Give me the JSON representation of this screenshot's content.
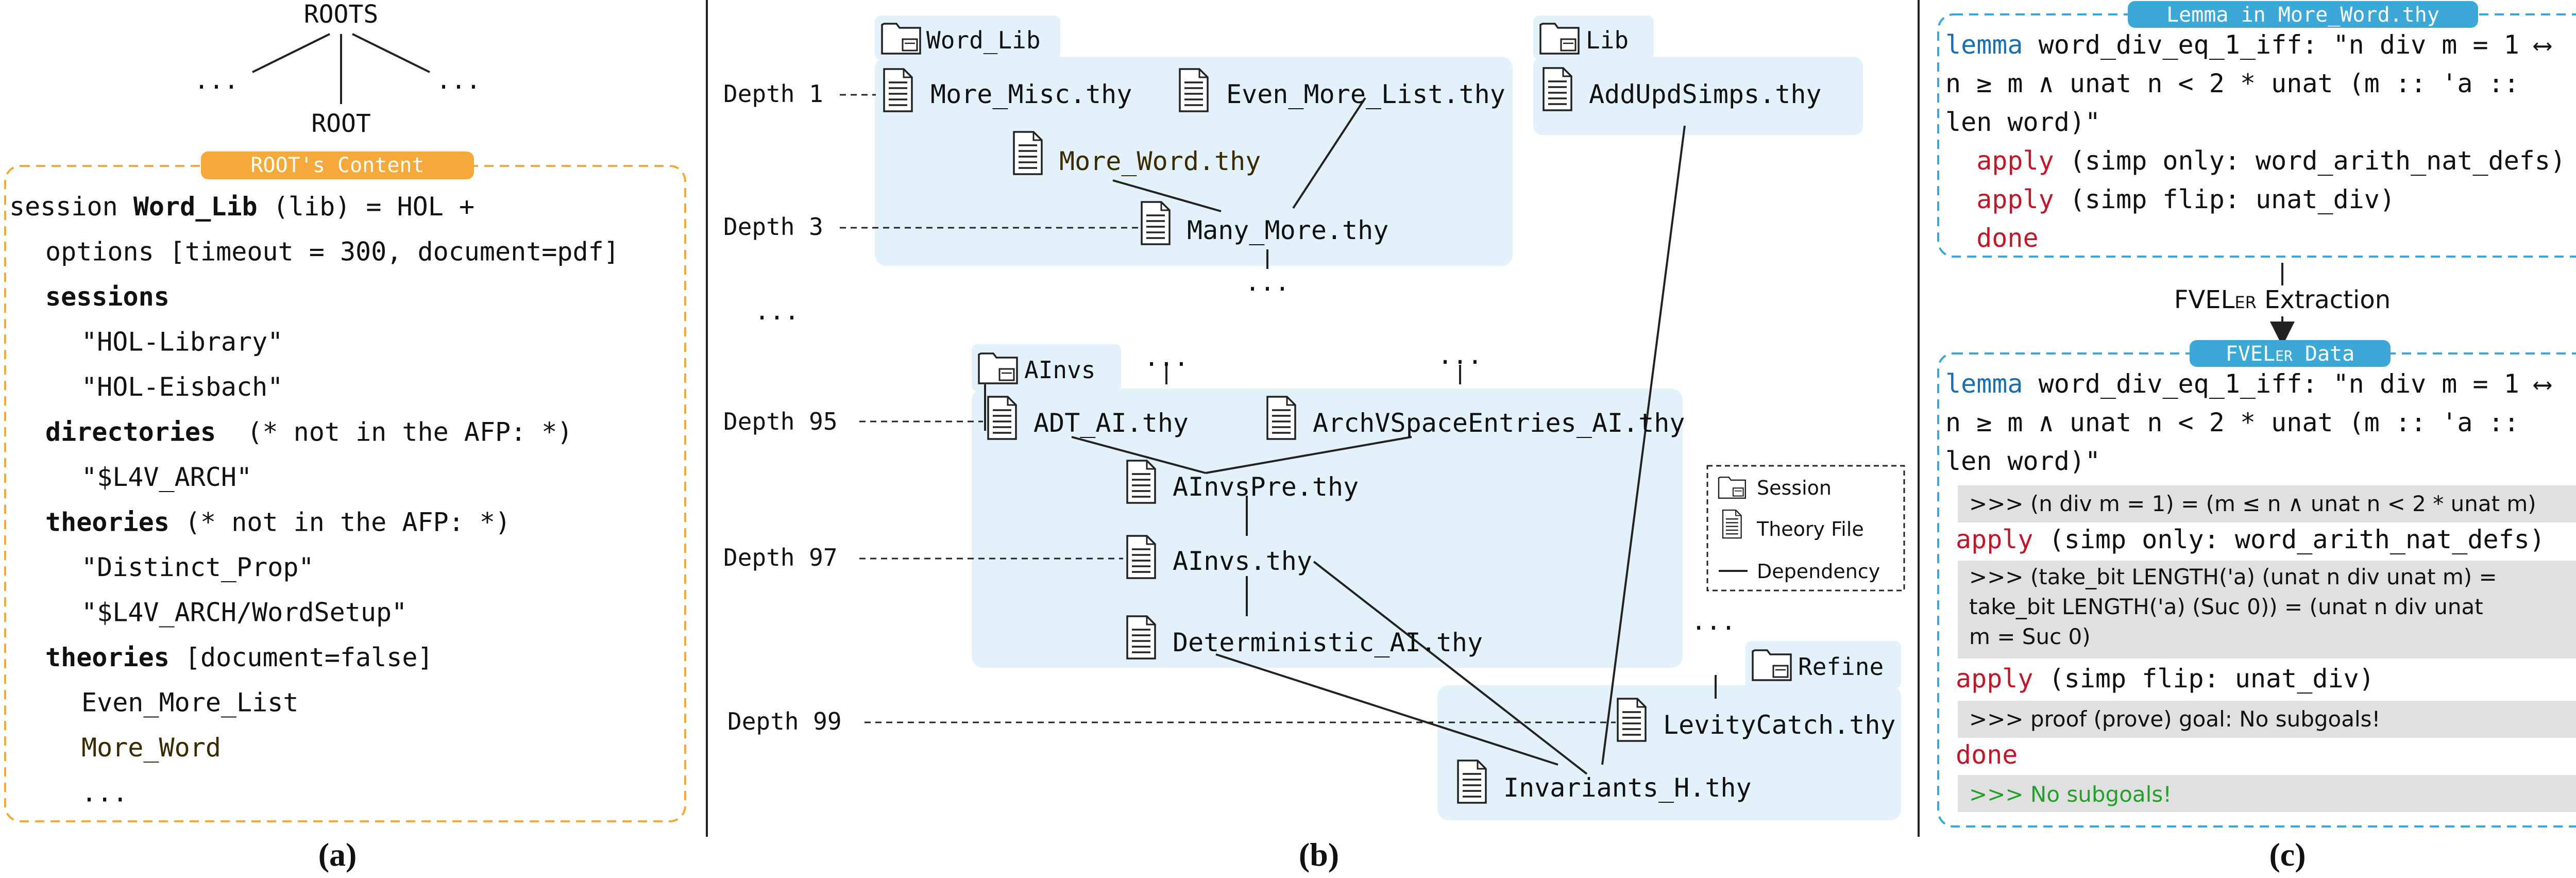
{
  "panel_a": {
    "roots_label": "ROOTS",
    "root_label": "ROOT",
    "ellipsis": "...",
    "content_badge": "ROOT's Content",
    "lines": [
      {
        "parts": [
          {
            "t": "session ",
            "s": "n"
          },
          {
            "t": "Word_Lib",
            "s": "b"
          },
          {
            "t": " (lib) = HOL +",
            "s": "n"
          }
        ]
      },
      {
        "parts": [
          {
            "t": "options [timeout = 300, document=pdf]",
            "s": "n"
          }
        ]
      },
      {
        "parts": [
          {
            "t": "sessions",
            "s": "b"
          }
        ]
      },
      {
        "parts": [
          {
            "t": "\"HOL-Library\"",
            "s": "n"
          }
        ]
      },
      {
        "parts": [
          {
            "t": "\"HOL-Eisbach\"",
            "s": "n"
          }
        ]
      },
      {
        "parts": [
          {
            "t": "directories",
            "s": "b"
          },
          {
            "t": "  (* not in the AFP: *)",
            "s": "n"
          }
        ]
      },
      {
        "parts": [
          {
            "t": "\"$L4V_ARCH\"",
            "s": "n"
          }
        ]
      },
      {
        "parts": [
          {
            "t": "theories",
            "s": "b"
          },
          {
            "t": " (* not in the AFP: *)",
            "s": "n"
          }
        ]
      },
      {
        "parts": [
          {
            "t": "\"Distinct_Prop\"",
            "s": "n"
          }
        ]
      },
      {
        "parts": [
          {
            "t": "\"$L4V_ARCH/WordSetup\"",
            "s": "n"
          }
        ]
      },
      {
        "parts": [
          {
            "t": "theories",
            "s": "b"
          },
          {
            "t": " [document=false]",
            "s": "n"
          }
        ]
      },
      {
        "parts": [
          {
            "t": "Even_More_List",
            "s": "n"
          }
        ]
      },
      {
        "parts": [
          {
            "t": "More_Word",
            "s": "h"
          }
        ]
      },
      {
        "parts": [
          {
            "t": "...",
            "s": "n"
          }
        ]
      }
    ],
    "caption": "(a)"
  },
  "panel_b": {
    "sessions": {
      "word_lib": "Word_Lib",
      "lib": "Lib",
      "ainvs": "AInvs",
      "refine": "Refine"
    },
    "depths": {
      "d1": "Depth 1",
      "d3": "Depth 3",
      "d95": "Depth 95",
      "d97": "Depth 97",
      "d99": "Depth 99"
    },
    "files": {
      "more_misc": "More_Misc.thy",
      "even_more_list": "Even_More_List.thy",
      "more_word": "More_Word.thy",
      "many_more": "Many_More.thy",
      "addupdsimps": "AddUpdSimps.thy",
      "adt_ai": "ADT_AI.thy",
      "archvspace": "ArchVSpaceEntries_AI.thy",
      "ainvspre": "AInvsPre.thy",
      "ainvs": "AInvs.thy",
      "deterministic": "Deterministic_AI.thy",
      "levitycatch": "LevityCatch.thy",
      "invariants": "Invariants_H.thy"
    },
    "ellipsis": "...",
    "legend": {
      "session": "Session",
      "theory": "Theory File",
      "dependency": "Dependency"
    },
    "caption": "(b)"
  },
  "panel_c": {
    "lemma_badge": "Lemma in More_Word.thy",
    "lemma_lines": [
      [
        {
          "t": "lemma",
          "s": "kw"
        },
        {
          "t": " word_div_eq_1_iff: \"n div m = 1 ⟷",
          "s": "n"
        }
      ],
      [
        {
          "t": "n ≥ m ∧ unat n < 2 * unat (m :: 'a ::",
          "s": "n"
        }
      ],
      [
        {
          "t": "len word)\"",
          "s": "n"
        }
      ],
      [
        {
          "t": "  apply",
          "s": "red"
        },
        {
          "t": " (simp only: word_arith_nat_defs)",
          "s": "n"
        }
      ],
      [
        {
          "t": "  apply",
          "s": "red"
        },
        {
          "t": " (simp flip: unat_div)",
          "s": "n"
        }
      ],
      [
        {
          "t": "  done",
          "s": "red"
        }
      ]
    ],
    "extraction_label_pre": "FVEL",
    "extraction_label_sub": "ER",
    "extraction_label_post": " Extraction",
    "data_badge_pre": "FVEL",
    "data_badge_sub": "ER",
    "data_badge_post": " Data",
    "data_lemma_lines": [
      [
        {
          "t": "lemma",
          "s": "kw"
        },
        {
          "t": " word_div_eq_1_iff: \"n div m = 1 ⟷",
          "s": "n"
        }
      ],
      [
        {
          "t": "n ≥ m ∧ unat n < 2 * unat (m :: 'a ::",
          "s": "n"
        }
      ],
      [
        {
          "t": "len word)\"",
          "s": "n"
        }
      ]
    ],
    "state1": ">>> (n div m = 1) = (m ≤ n ∧ unat n < 2 * unat m)",
    "apply1_kw": "apply",
    "apply1_rest": " (simp only: word_arith_nat_defs)",
    "state2_lines": [
      ">>> (take_bit LENGTH('a) (unat n div unat m) =",
      "take_bit LENGTH('a) (Suc 0)) = (unat n div unat",
      "m = Suc 0)"
    ],
    "apply2_kw": "apply",
    "apply2_rest": " (simp flip: unat_div)",
    "state3": ">>> proof (prove) goal: No subgoals!",
    "done_kw": "done",
    "state4": ">>> No subgoals!",
    "caption": "(c)"
  },
  "colors": {
    "orange": "#f4a93a",
    "blue": "#3ba8d8",
    "light_blue": "#e3f2fa",
    "keyword_blue": "#1a6fb0",
    "red": "#c0182a",
    "green": "#22a02a",
    "grey": "#e0e0e0"
  }
}
